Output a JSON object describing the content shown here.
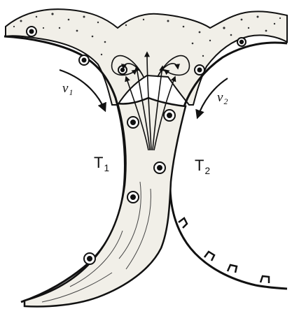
{
  "labels": {
    "v1": {
      "symbol": "v",
      "sub": "1"
    },
    "v2": {
      "symbol": "v",
      "sub": "2"
    },
    "t1": {
      "symbol": "T",
      "sub": "1"
    },
    "t2": {
      "symbol": "T",
      "sub": "2"
    }
  },
  "colors": {
    "ink": "#111111",
    "fill": "#f1efe8",
    "background": "#ffffff"
  }
}
